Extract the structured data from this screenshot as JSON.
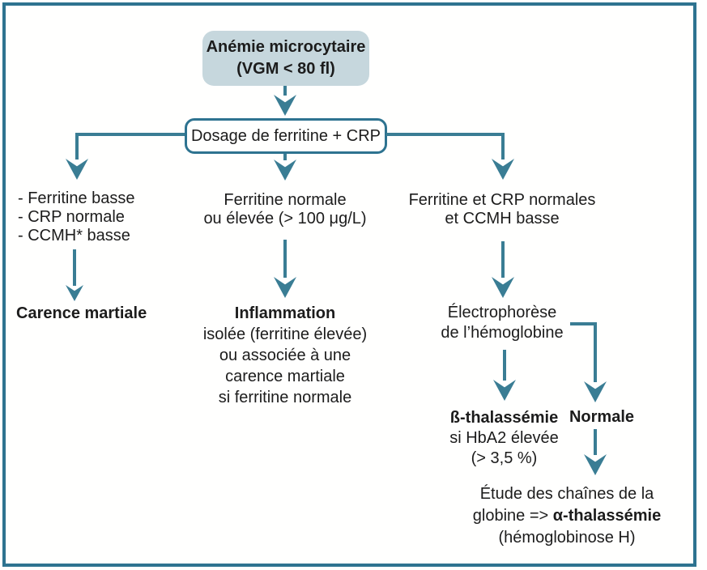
{
  "palette": {
    "teal": "#3A7D94",
    "frame": "#2E7390",
    "box_fill": "#C6D7DD",
    "ink": "#1C1C1C",
    "paper": "#FFFFFE"
  },
  "nodes": {
    "start": {
      "line1": "Anémie microcytaire",
      "line2": "(VGM < 80 fl)"
    },
    "test": {
      "label": "Dosage de ferritine + CRP"
    },
    "left_criteria": {
      "lines": [
        "- Ferritine basse",
        "- CRP normale",
        "- CCMH* basse"
      ]
    },
    "left_result": {
      "label": "Carence martiale"
    },
    "mid_criteria": {
      "lines": [
        "Ferritine normale",
        "ou élevée (> 100 μg/L)"
      ]
    },
    "mid_result": {
      "title": "Inflammation",
      "lines": [
        "isolée (ferritine élevée)",
        "ou associée à une",
        "carence martiale",
        "si ferritine normale"
      ]
    },
    "right_criteria": {
      "lines": [
        "Ferritine et CRP normales",
        "et CCMH basse"
      ]
    },
    "right_step": {
      "lines": [
        "Électrophorèse",
        "de l’hémoglobine"
      ]
    },
    "beta": {
      "title": "ß-thalassémie",
      "lines": [
        "si HbA2 élevée",
        "(> 3,5 %)"
      ]
    },
    "normal": {
      "label": "Normale"
    },
    "alpha": {
      "line1": "Étude des chaînes de la",
      "line2_pre": "globine => ",
      "line2_bold": "α-thalassémie",
      "line3": "(hémoglobinose H)"
    }
  }
}
